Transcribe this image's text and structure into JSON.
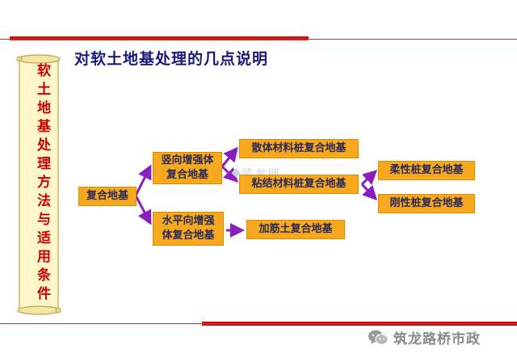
{
  "title": "对软土地基处理的几点说明",
  "side_banner": "软土地基处理方法与适用条件",
  "nodes": {
    "composite": "复合地基",
    "vertical": "竖向增强体\n复合地基",
    "horizontal": "水平向增强\n体复合地基",
    "granular_pile": "散体材料桩复合地基",
    "bonded_pile": "粘结材料桩复合地基",
    "flexible_pile": "柔性桩复合地基",
    "rigid_pile": "刚性桩复合地基",
    "reinforced_soil": "加筋土复合地基"
  },
  "watermark": "筑龙网",
  "footer_label": "筑龙路桥市政",
  "colors": {
    "box_fill": "#f6a81e",
    "arrow": "#8a1fbf",
    "title": "#1a1a7a",
    "banner_text": "#cc0000",
    "rule": "#cc1111"
  }
}
